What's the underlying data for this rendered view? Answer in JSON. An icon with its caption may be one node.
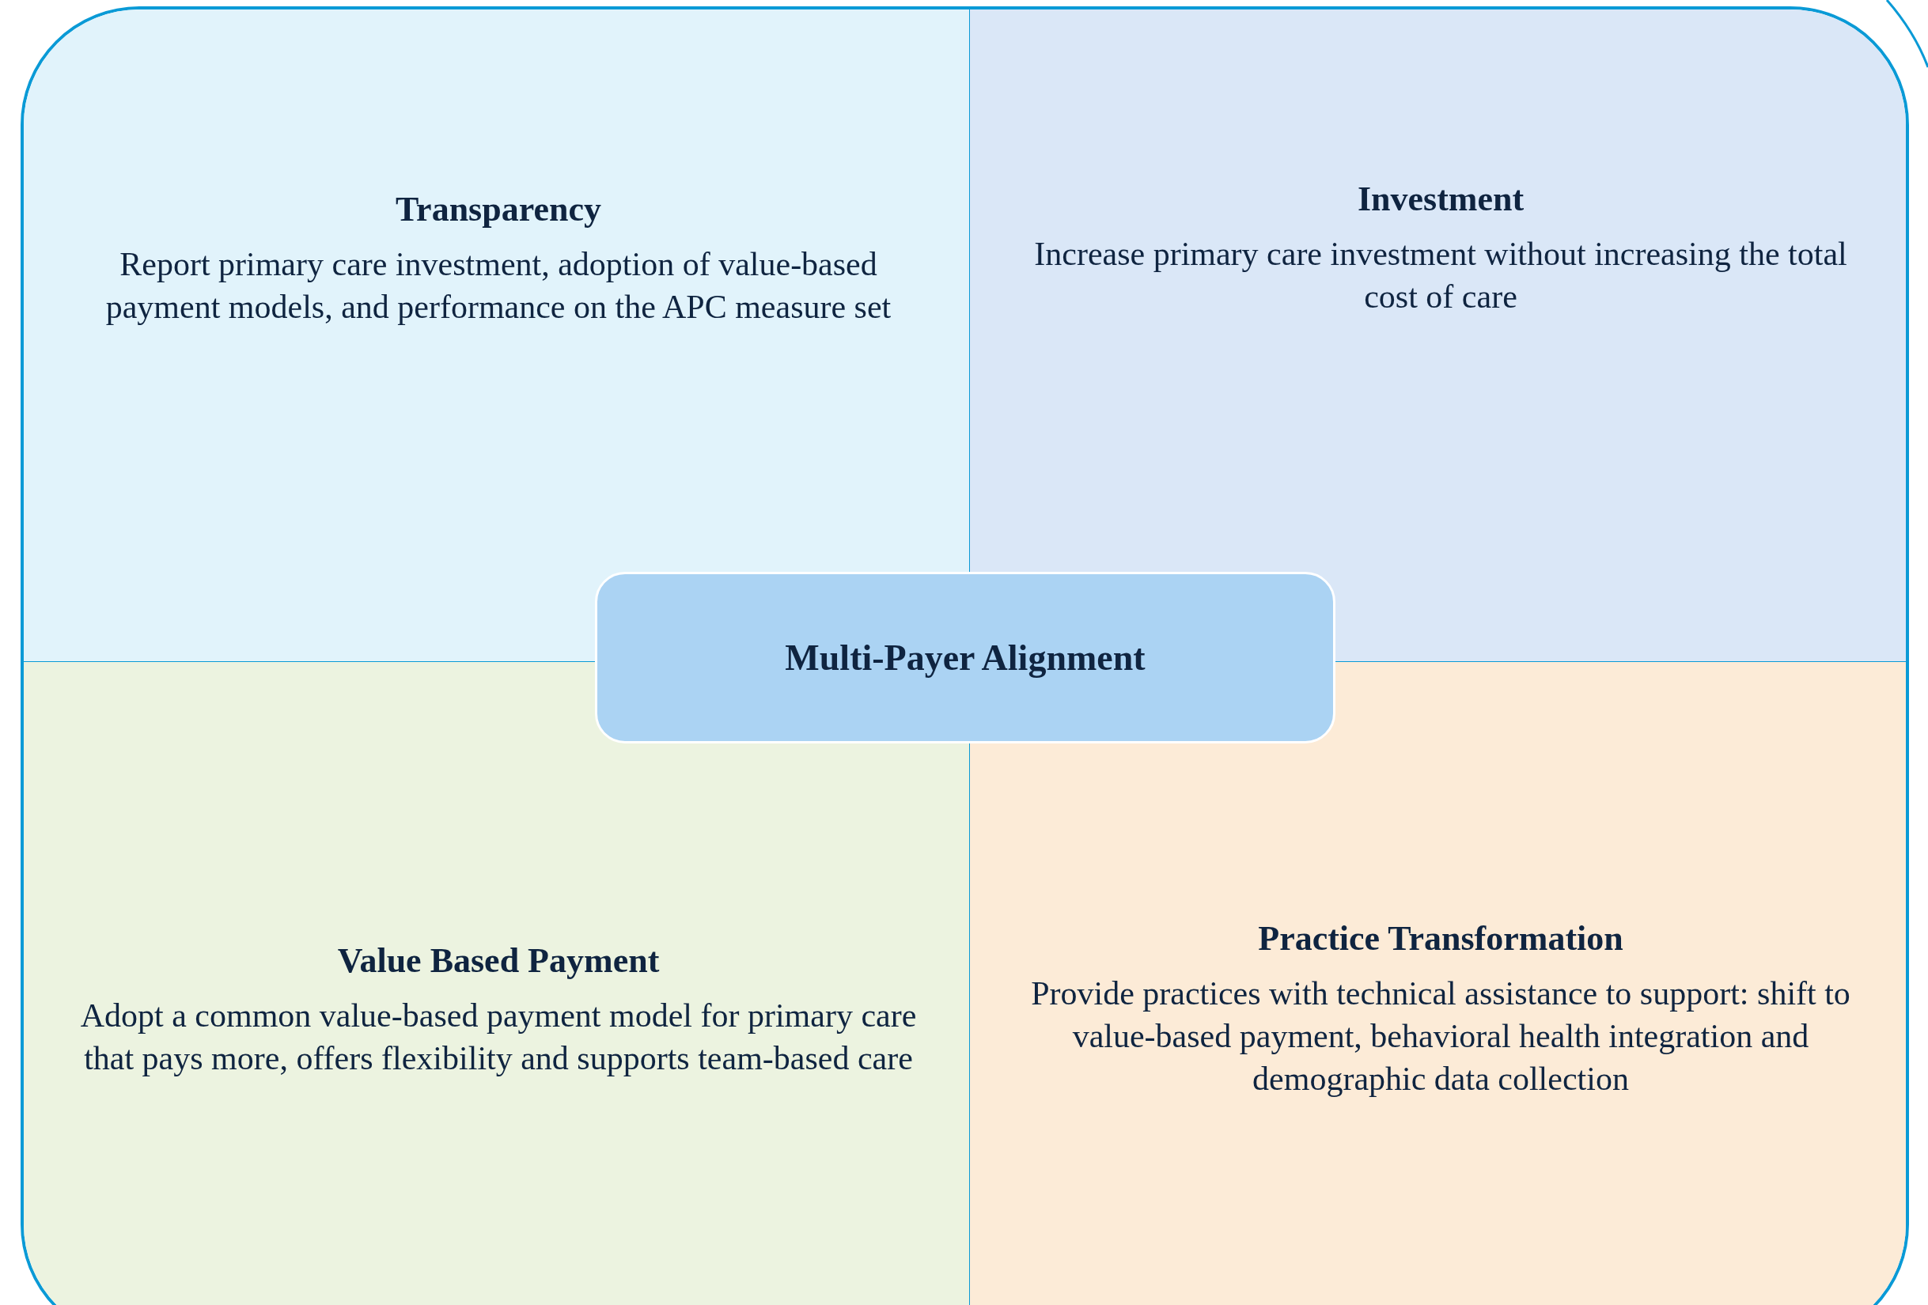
{
  "diagram": {
    "nodes": [
      {
        "text": [
          "Transparency",
          "Report primary care investment, adoption of value-based payment models, and performance on the APC measure set"
        ]
      },
      {
        "text": [
          "Investment",
          "Increase primary care investment without increasing the total cost of care"
        ]
      },
      {
        "text": [
          "Value Based Payment",
          "Adopt a common value-based payment model for primary care that pays more, offers flexibility and supports team-based care"
        ]
      },
      {
        "text": [
          "Practice Transformation",
          "Provide practices with technical assistance to support: shift to value-based payment, behavioral health integration and demographic data collection"
        ]
      },
      {
        "text": [
          "Multi-Payer Alignment"
        ]
      }
    ]
  }
}
